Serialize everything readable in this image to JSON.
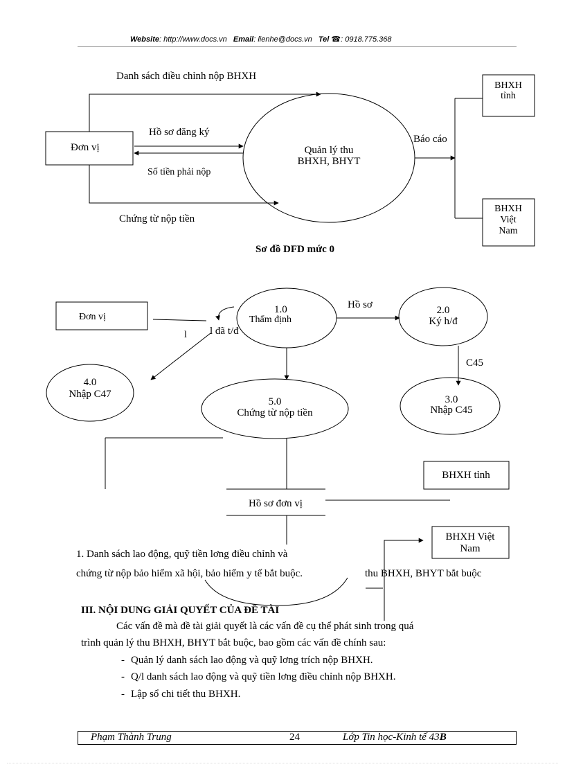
{
  "header": {
    "website_label": "Website",
    "website_value": ": http://www.docs.vn",
    "email_label": "Email",
    "email_value": ": lienhe@docs.vn",
    "tel_label": "Tel",
    "tel_value": ": 0918.775.368"
  },
  "dfd0": {
    "flow_top": "Danh sách điều chỉnh nộp BHXH",
    "flow_register": "Hồ sơ đăng ký",
    "flow_amount": "Số tiền phải nộp",
    "flow_receipt": "Chứng từ nộp tiền",
    "flow_report": "Báo cáo",
    "entity_unit": "Đơn vị",
    "process_line1": "Quản lý thu",
    "process_line2": "BHXH, BHYT",
    "entity_bhxh_tinh_l1": "BHXH",
    "entity_bhxh_tinh_l2": "tỉnh",
    "entity_bhxh_vn_l1": "BHXH",
    "entity_bhxh_vn_l2": "Việt",
    "entity_bhxh_vn_l3": "Nam",
    "caption": "Sơ đồ DFD mức 0"
  },
  "dfd1": {
    "entity_unit": "Đơn vị",
    "p1_num": "1.0",
    "p1_name": "Thẩm định",
    "p1_overlay": "l đã t/đ",
    "stray_l": "l",
    "flow_hoso": "Hồ sơ",
    "p2_num": "2.0",
    "p2_name": "Ký h/đ",
    "flow_c45": "C45",
    "p3_num": "3.0",
    "p3_name": "Nhập C45",
    "p4_num": "4.0",
    "p4_name": "Nhập C47",
    "p5_num": "5.0",
    "p5_name": "Chứng từ nộp  tiền",
    "entity_bhxh_tinh": "BHXH tỉnh",
    "store_hoso": "Hồ sơ đơn vị",
    "entity_bhxh_vn_l1": "BHXH Việt",
    "entity_bhxh_vn_l2": "Nam"
  },
  "overlay_text": {
    "line1": "1. Danh sách lao động, quỹ tiền lơng   điều chỉnh và",
    "line2": "chứng từ nộp bảo hiểm xã hội, bảo hiểm y tế bắt buộc.",
    "right_fragment": "thu BHXH, BHYT bắt buộc"
  },
  "section": {
    "heading": "III. NỘI DUNG GIẢI QUYẾT CỦA ĐỀ TÀI",
    "para_line1": "Các vấn đề mà  đề tài giải quyết là các vấn đề cụ thể phát sinh trong quá",
    "para_line2": "trình quản lý thu BHXH, BHYT bắt buộc, bao gồm các vấn đề chính sau:",
    "bullets": [
      "Quản lý danh sách lao động và quỹ lơng   trích nộp BHXH.",
      "Q/l danh sách lao động và quỹ tiền lơng   điều chỉnh nộp BHXH.",
      "Lập sổ chi tiết thu BHXH."
    ],
    "bullet_mark": "-"
  },
  "footer": {
    "author": "Phạm Thành Trung",
    "page": "24",
    "class_prefix": "Lớp Tin học-Kinh  tế 43",
    "class_suffix": "B"
  }
}
